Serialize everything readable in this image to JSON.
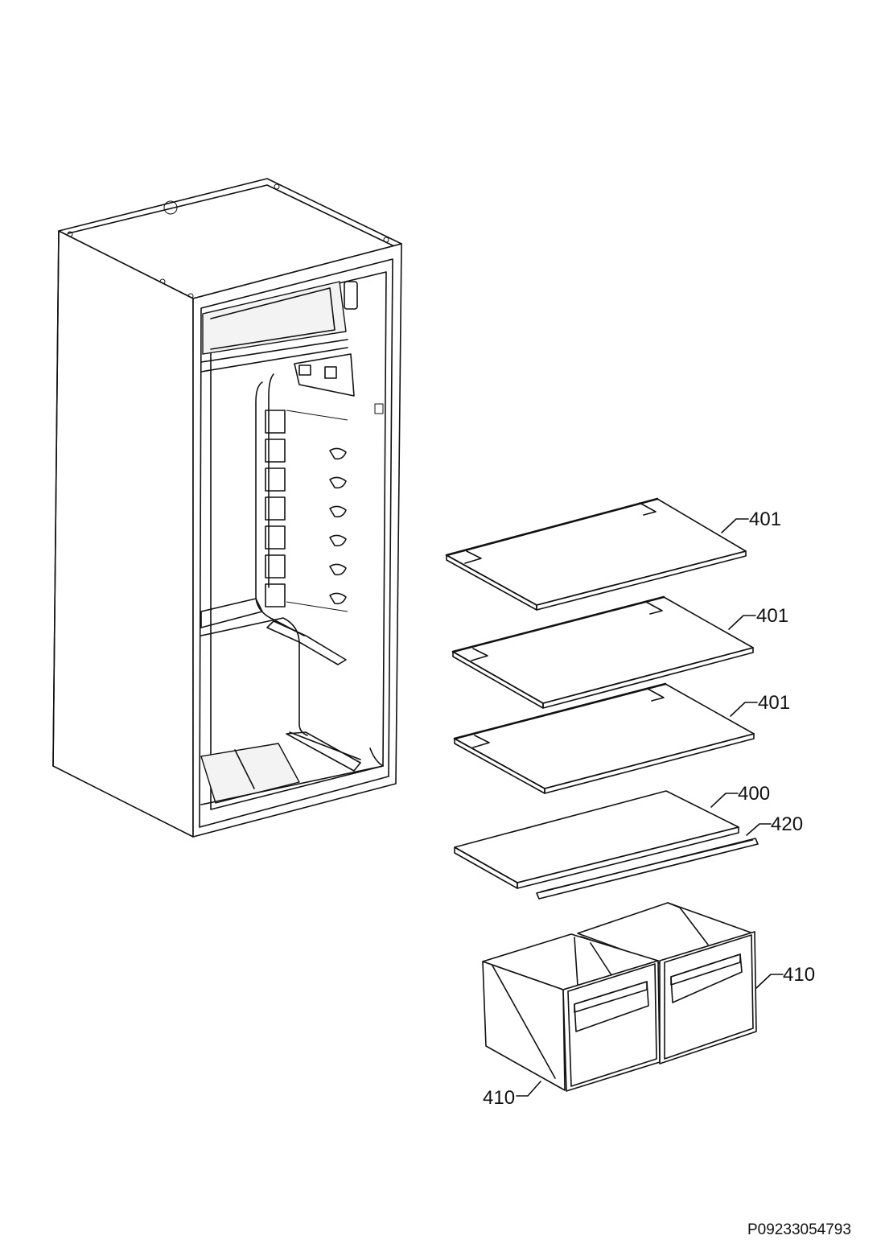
{
  "diagram": {
    "callouts": {
      "shelf_top": "401",
      "shelf_middle": "401",
      "shelf_lower": "401",
      "crisper_cover": "400",
      "cover_strip": "420",
      "drawer_right": "410",
      "drawer_left": "410"
    },
    "document_code": "P09233054793"
  }
}
